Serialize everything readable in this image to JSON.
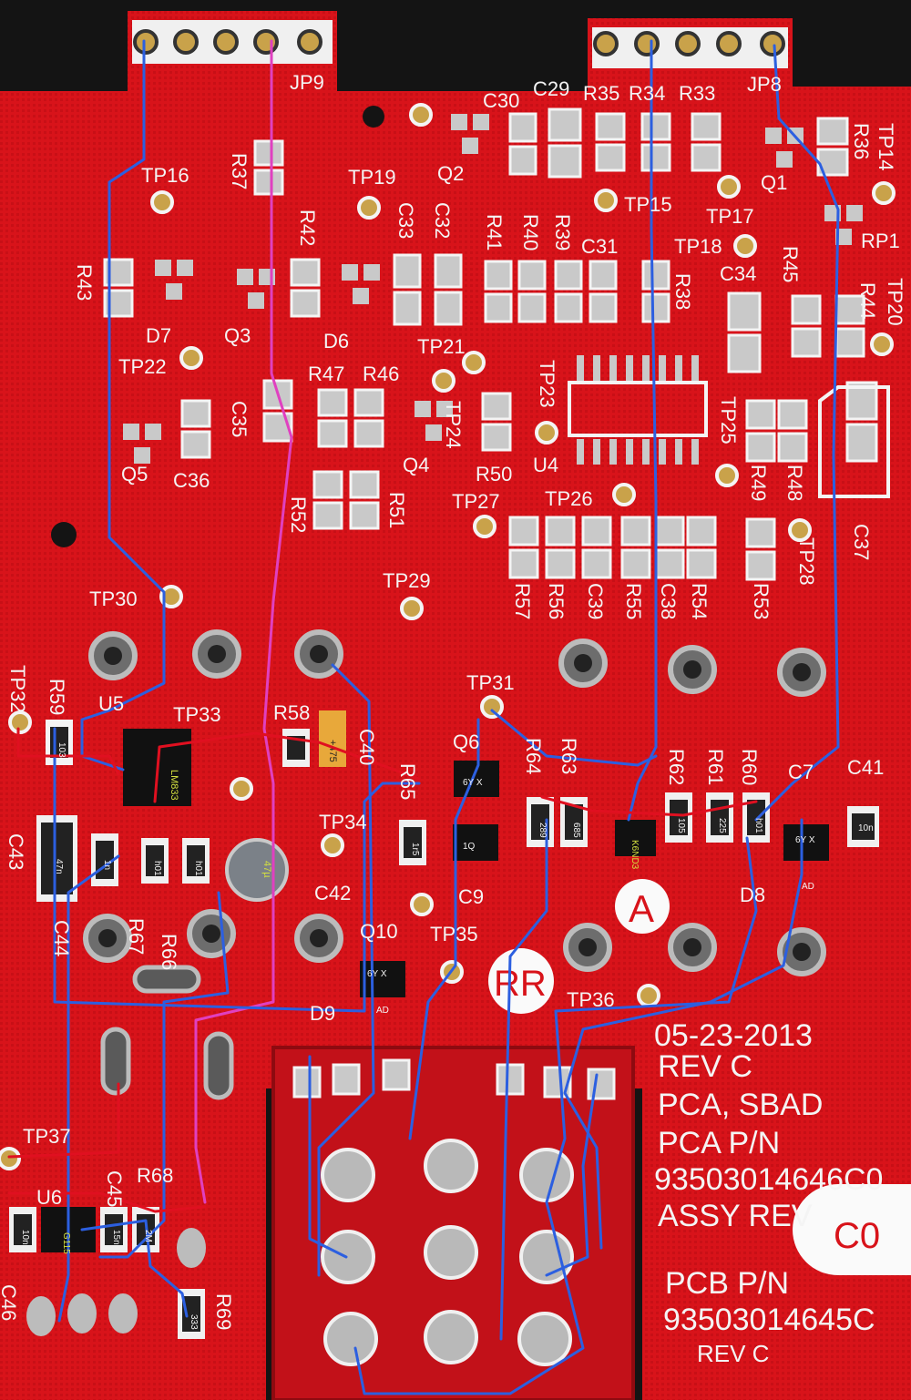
{
  "board": {
    "colors": {
      "pcb": "#d8131a",
      "pcb_dark": "#b80d14",
      "silk": "#f4f4f4",
      "pad": "#c9c9c9",
      "trace_blue": "#2c5fe0",
      "trace_red": "#e01020",
      "trace_magenta": "#e040c0",
      "ic": "#111111",
      "bg": "#141414"
    },
    "headers": {
      "jp9": "JP9",
      "jp8": "JP8"
    },
    "labels": {
      "r37": "R37",
      "tp16": "TP16",
      "tp19": "TP19",
      "q2": "Q2",
      "c30": "C30",
      "c29": "C29",
      "r35": "R35",
      "r34": "R34",
      "r33": "R33",
      "q1": "Q1",
      "r36": "R36",
      "tp14": "TP14",
      "tp15": "TP15",
      "tp17": "TP17",
      "rp1": "RP1",
      "tp18": "TP18",
      "c34": "C34",
      "r45": "R45",
      "r44": "R44",
      "tp20": "TP20",
      "r43": "R43",
      "d7": "D7",
      "q3": "Q3",
      "r42": "R42",
      "d6": "D6",
      "c33": "C33",
      "c32": "C32",
      "r41": "R41",
      "r40": "R40",
      "r39": "R39",
      "c31": "C31",
      "r38": "R38",
      "tp22": "TP22",
      "tp21": "TP21",
      "r47": "R47",
      "r46": "R46",
      "tp23": "TP23",
      "tp24": "TP24",
      "q4": "Q4",
      "r50": "R50",
      "u4": "U4",
      "tp25": "TP25",
      "r49": "R49",
      "r48": "R48",
      "q5": "Q5",
      "c36": "C36",
      "c35": "C35",
      "r52": "R52",
      "r51": "R51",
      "tp27": "TP27",
      "tp26": "TP26",
      "c37": "C37",
      "tp28": "TP28",
      "r57": "R57",
      "r56": "R56",
      "c39": "C39",
      "r55": "R55",
      "c38": "C38",
      "r54": "R54",
      "r53": "R53",
      "tp30": "TP30",
      "tp29": "TP29",
      "tp32": "TP32",
      "r59": "R59",
      "u5": "U5",
      "tp33": "TP33",
      "r58": "R58",
      "c40": "C40",
      "tp31": "TP31",
      "q6": "Q6",
      "r65": "R65",
      "r64": "R64",
      "r63": "R63",
      "r62": "R62",
      "r61": "R61",
      "r60": "R60",
      "c7": "C7",
      "c41": "C41",
      "tp34": "TP34",
      "c43": "C43",
      "c42": "C42",
      "c9": "C9",
      "d8": "D8",
      "c44": "C44",
      "r67": "R67",
      "r66": "R66",
      "q10": "Q10",
      "tp35": "TP35",
      "tp36": "TP36",
      "d9": "D9",
      "tp37": "TP37",
      "c45": "C45",
      "r68": "R68",
      "u6": "U6",
      "c46": "C46",
      "r69": "R69"
    },
    "part_marks": {
      "u5_mark": "LM833",
      "c40_mark": "+475",
      "r59_mark": "103",
      "c43_mark": "47n",
      "r1n": "1n",
      "r_h01a": "h01",
      "r_h01b": "h01",
      "q6_mark": "6Y X",
      "q9_mark": "1Q",
      "r65_mark": "1r5",
      "r64_mark": "289",
      "r63_mark": "685",
      "ic_mark": "K6ND3",
      "r62_mark": "105",
      "r61_mark": "225",
      "r60_mark": "h01",
      "c7_mark": "6Y X",
      "d8_mark": "AD",
      "c41_mark": "10n",
      "q10_mark": "6Y X",
      "d9_mark": "AD",
      "c42_mark": "47µ",
      "u6_mark": "G115",
      "c46_mark": "10n",
      "c45_mark": "15n",
      "r68_mark": "2M",
      "r69_mark": "333"
    },
    "stamps": {
      "a": "A",
      "rr": "RR",
      "c0": "C0"
    },
    "silk_block": {
      "line1": "05-23-2013",
      "line2": "REV C",
      "line3": "PCA, SBAD",
      "line4": "PCA P/N",
      "line5": "93503014646C0",
      "line6": "ASSY REV",
      "line7": "PCB P/N",
      "line8": "93503014645C",
      "line9": "REV C"
    }
  }
}
